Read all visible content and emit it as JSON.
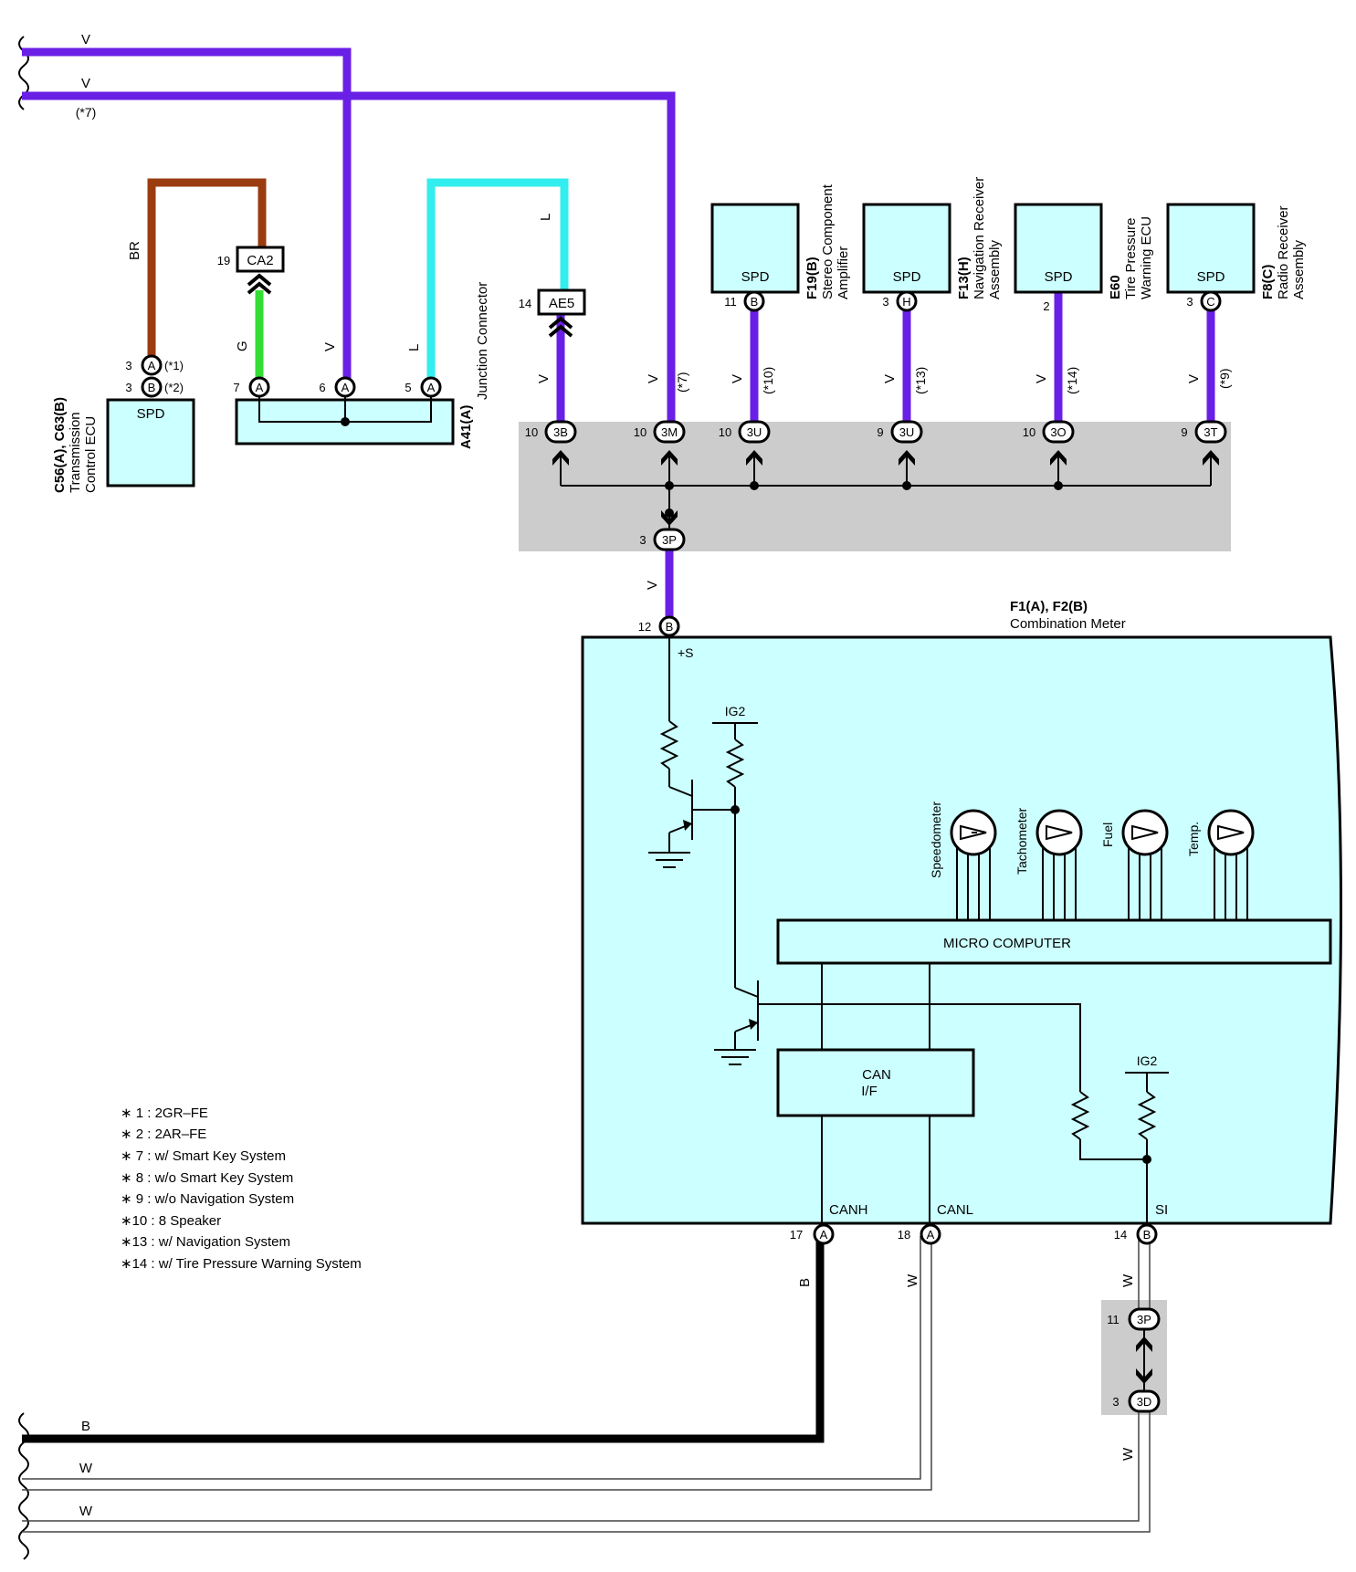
{
  "wires": {
    "top_v1": "V",
    "top_v2": "V",
    "top_v2_note": "(*7)",
    "br": "BR",
    "g": "G",
    "v": "V",
    "l": "L",
    "b": "B",
    "w": "W"
  },
  "colors": {
    "violet": "#6a1fe6",
    "brown": "#9a3c10",
    "green": "#33dd33",
    "cyan": "#33eeee",
    "black": "#000000",
    "component_fill": "#ccffff",
    "junction_fill": "#cccccc"
  },
  "components": {
    "tcm": {
      "id": "C56(A), C63(B)",
      "name1": "Transmission",
      "name2": "Control ECU",
      "label": "SPD",
      "pin_a_num": "3",
      "pin_a": "A",
      "pin_a_note": "(*1)",
      "pin_b_num": "3",
      "pin_b": "B",
      "pin_b_note": "(*2)"
    },
    "jc": {
      "id": "A41(A)",
      "name": "Junction Connector",
      "pins": [
        {
          "num": "7",
          "letter": "A"
        },
        {
          "num": "6",
          "letter": "A"
        },
        {
          "num": "5",
          "letter": "A"
        }
      ]
    },
    "ca2": {
      "num": "19",
      "label": "CA2"
    },
    "ae5": {
      "num": "14",
      "label": "AE5"
    },
    "stereo": {
      "id": "F19(B)",
      "name1": "Stereo Component",
      "name2": "Amplifier",
      "label": "SPD",
      "pin_num": "11",
      "pin": "B",
      "note": "(*10)"
    },
    "nav": {
      "id": "F13(H)",
      "name1": "Navigation Receiver",
      "name2": "Assembly",
      "label": "SPD",
      "pin_num": "3",
      "pin": "H",
      "note": "(*13)"
    },
    "tpws": {
      "id": "E60",
      "name1": "Tire Pressure",
      "name2": "Warning ECU",
      "label": "SPD",
      "pin_num": "2",
      "note": "(*14)"
    },
    "radio": {
      "id": "F8(C)",
      "name1": "Radio Receiver",
      "name2": "Assembly",
      "label": "SPD",
      "pin_num": "3",
      "pin": "C",
      "note": "(*9)"
    },
    "v_note": "(*7)"
  },
  "junction": {
    "pins": [
      {
        "num": "10",
        "label": "3B"
      },
      {
        "num": "10",
        "label": "3M"
      },
      {
        "num": "10",
        "label": "3U"
      },
      {
        "num": "9",
        "label": "3U"
      },
      {
        "num": "10",
        "label": "3O"
      },
      {
        "num": "9",
        "label": "3T"
      }
    ],
    "bottom": {
      "num": "3",
      "label": "3P"
    }
  },
  "meter": {
    "id": "F1(A), F2(B)",
    "name": "Combination Meter",
    "in_pin_num": "12",
    "in_pin": "B",
    "plus_s": "+S",
    "ig2_a": "IG2",
    "ig2_b": "IG2",
    "gauges": [
      "Speedometer",
      "Tachometer",
      "Fuel",
      "Temp."
    ],
    "micro": "MICRO COMPUTER",
    "can_line1": "CAN",
    "can_line2": "I/F",
    "canh": "CANH",
    "canl": "CANL",
    "si": "SI",
    "pin_canh_num": "17",
    "pin_canh": "A",
    "pin_canl_num": "18",
    "pin_canl": "A",
    "pin_si_num": "14",
    "pin_si": "B"
  },
  "small_junction": {
    "top_num": "11",
    "top": "3P",
    "bottom_num": "3",
    "bottom": "3D"
  },
  "notes": [
    "∗ 1 : 2GR–FE",
    "∗ 2 : 2AR–FE",
    "∗ 7 : w/ Smart Key System",
    "∗ 8 : w/o Smart Key System",
    "∗ 9 : w/o Navigation System",
    "∗10 : 8 Speaker",
    "∗13 : w/ Navigation System",
    "∗14 : w/ Tire Pressure Warning System"
  ]
}
